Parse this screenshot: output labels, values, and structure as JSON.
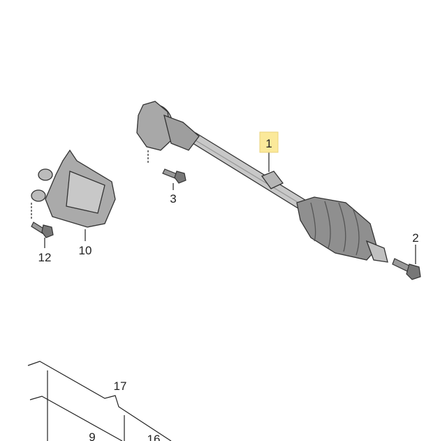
{
  "diagram": {
    "highlight_color": "#fbe99a",
    "callouts": {
      "drive_shaft": "1",
      "shaft_bolt": "2",
      "joint_bolt": "3",
      "heat_shield": "10",
      "shield_bolt": "12",
      "part_17": "17",
      "part_9": "9",
      "part_16": "16"
    }
  }
}
